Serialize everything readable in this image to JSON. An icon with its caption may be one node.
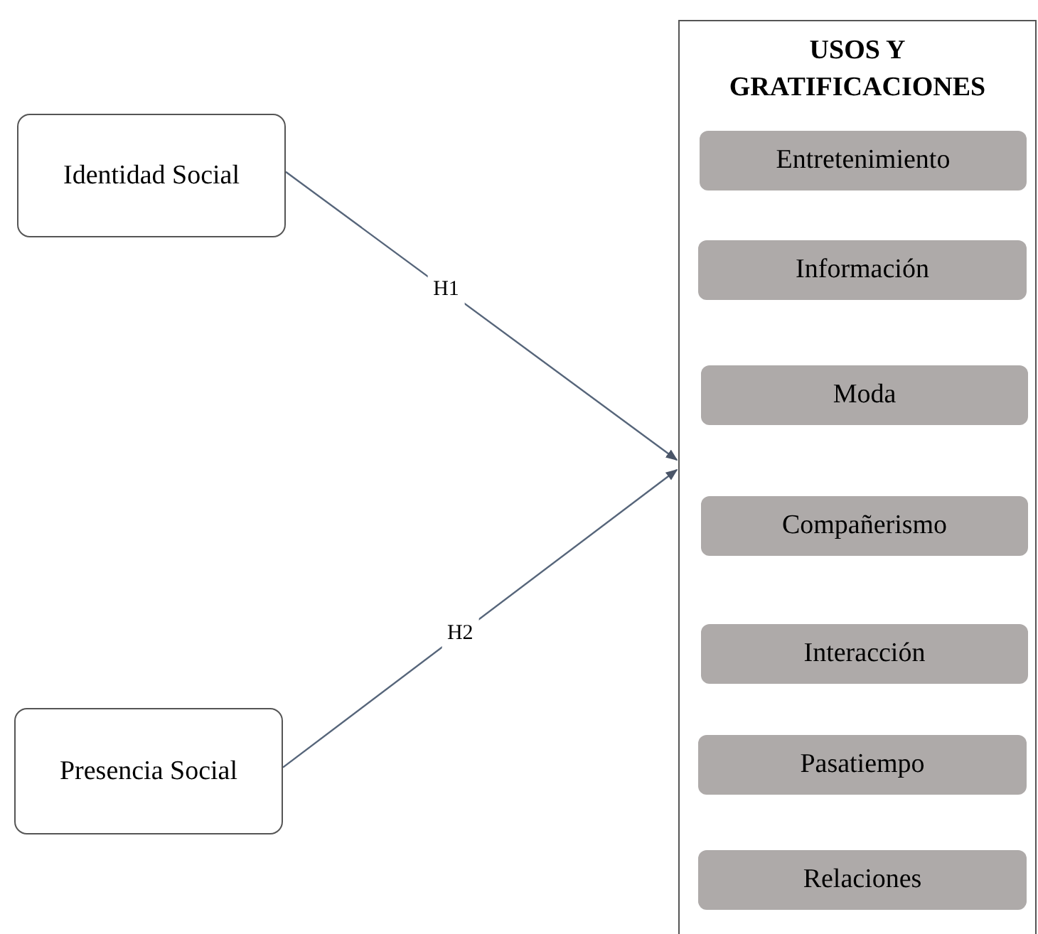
{
  "diagram": {
    "nodes": [
      {
        "text": [
          "Identidad Social"
        ]
      },
      {
        "text": [
          "USOS Y GRATIFICACIONES"
        ]
      },
      {
        "text": [
          "Entretenimiento"
        ],
        "in": 1
      },
      {
        "text": [
          "Información"
        ],
        "in": 1
      },
      {
        "text": [
          "Moda"
        ],
        "in": 1
      },
      {
        "text": [
          "Compañerismo"
        ],
        "in": 1
      },
      {
        "text": [
          "Interacción"
        ],
        "in": 1
      },
      {
        "text": [
          "Pasatiempo"
        ],
        "in": 1
      },
      {
        "text": [
          "Relaciones"
        ],
        "in": 1
      },
      {
        "text": [
          "Presencia Social"
        ]
      }
    ],
    "edges": [
      {
        "from": 0,
        "to": 1,
        "arrow": "to",
        "label": "H1"
      },
      {
        "from": 9,
        "to": 1,
        "arrow": "to",
        "label": "H2"
      }
    ]
  }
}
